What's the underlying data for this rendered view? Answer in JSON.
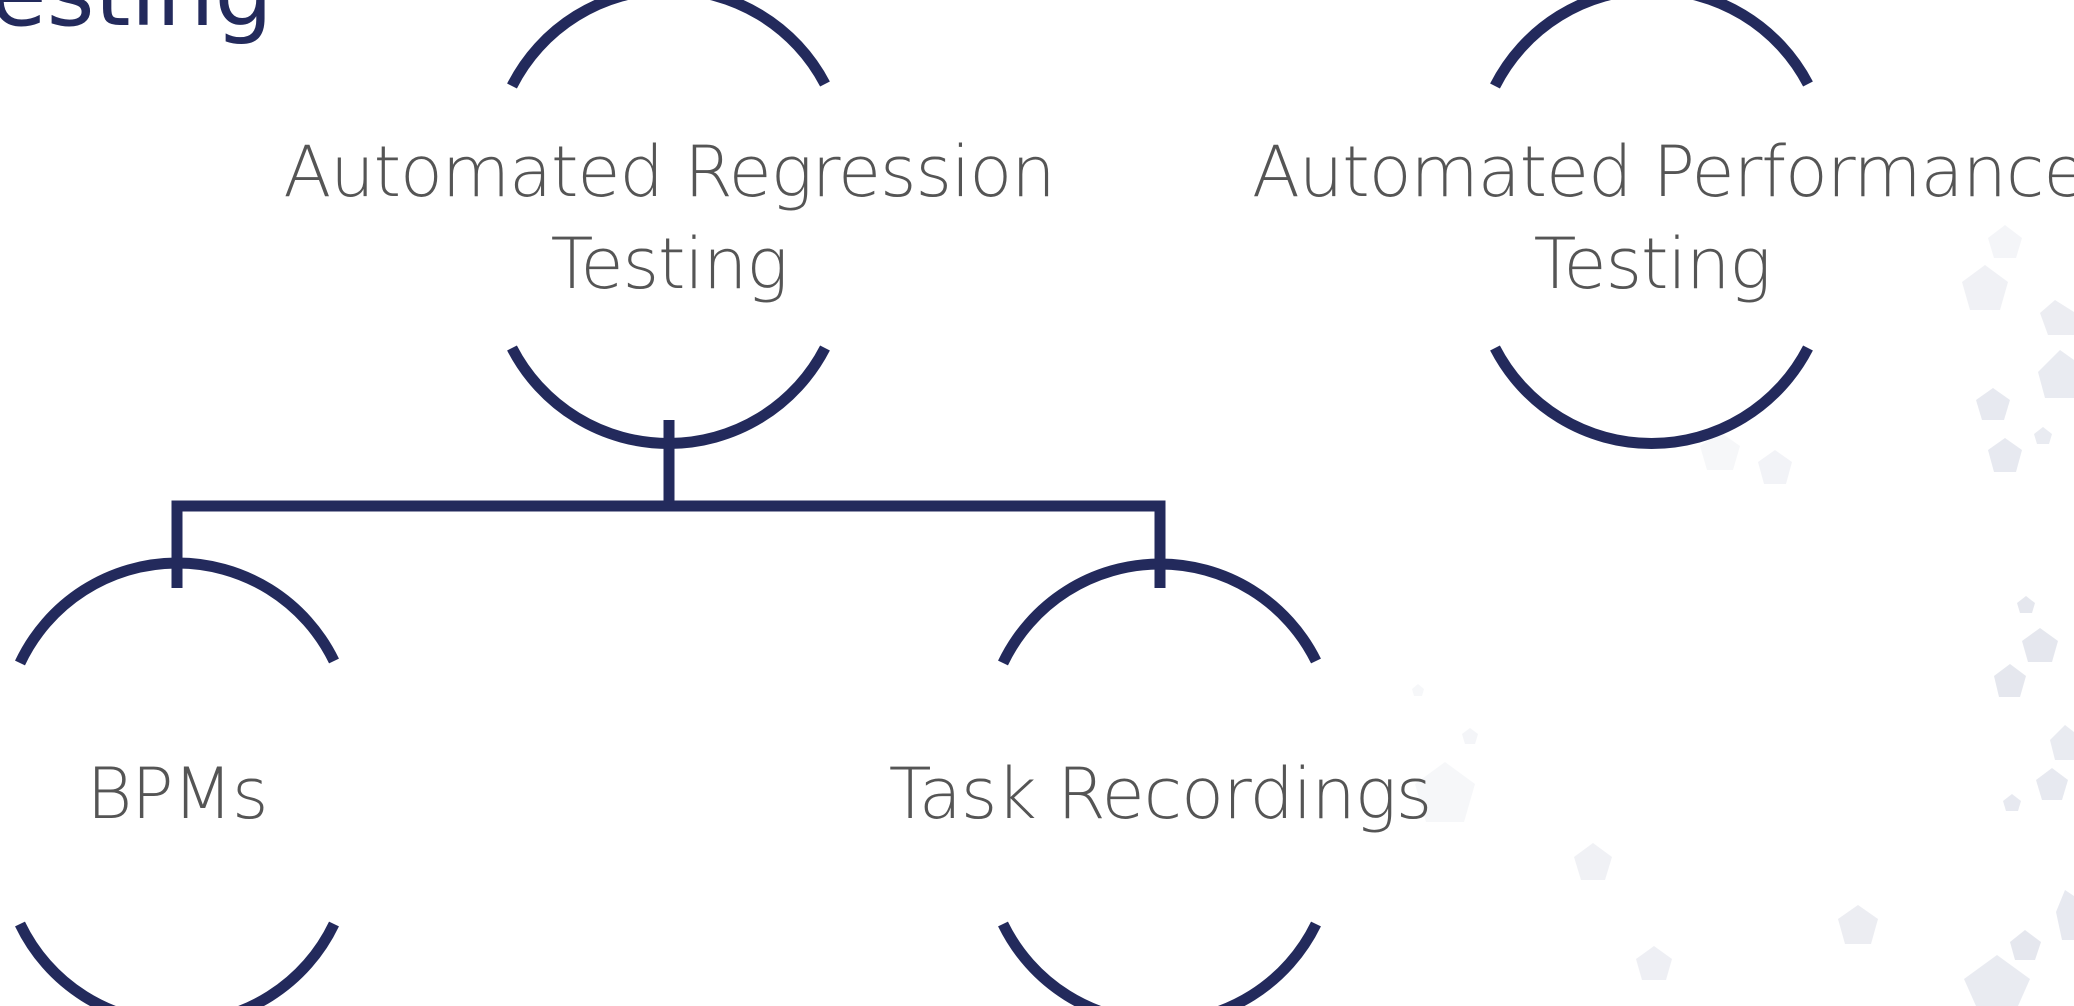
{
  "title_fragment": "esting",
  "colors": {
    "diagram_stroke": "#232a5c",
    "label_text": "#555555",
    "background": "#ffffff",
    "decoration": "#d4d7e3"
  },
  "nodes": {
    "regression": {
      "line1": "Automated Regression",
      "line2": "Testing"
    },
    "performance": {
      "line1": "Automated Performance",
      "line2": "Testing"
    },
    "bpms": {
      "line1": "BPMs"
    },
    "task_recordings": {
      "line1": "Task Recordings"
    }
  }
}
